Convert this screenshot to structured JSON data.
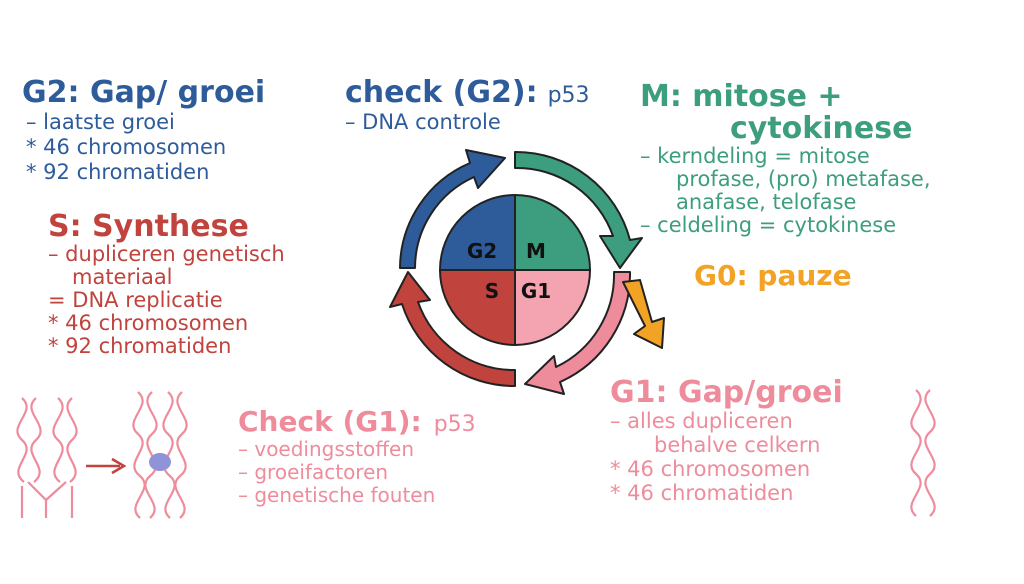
{
  "g2": {
    "title": "G2: Gap/ groei",
    "lines": [
      "– laatste groei",
      "* 46 chromosomen",
      "* 92 chromatiden"
    ]
  },
  "check_g2": {
    "title": "check (G2):",
    "suffix": "p53",
    "lines": [
      "– DNA controle"
    ]
  },
  "m": {
    "title_line1": "M: mitose +",
    "title_line2": "cytokinese",
    "lines": [
      "– kerndeling = mitose",
      "profase, (pro) metafase,",
      "anafase, telofase",
      "– celdeling = cytokinese"
    ]
  },
  "s": {
    "title": "S: Synthese",
    "lines": [
      "– dupliceren genetisch",
      "materiaal",
      "= DNA replicatie",
      "* 46 chromosomen",
      "* 92 chromatiden"
    ]
  },
  "g0": {
    "title": "G0: pauze"
  },
  "check_g1": {
    "title": "Check (G1):",
    "suffix": "p53",
    "lines": [
      "– voedingsstoffen",
      "– groeifactoren",
      "– genetische fouten"
    ]
  },
  "g1": {
    "title": "G1: Gap/groei",
    "lines": [
      "– alles dupliceren",
      "behalve celkern",
      "* 46 chromosomen",
      "* 46 chromatiden"
    ]
  },
  "cycle": {
    "labels": {
      "g2": "G2",
      "m": "M",
      "s": "S",
      "g1": "G1"
    },
    "colors": {
      "g2": "#2e5c9a",
      "m": "#3d9e7f",
      "s": "#c0433e",
      "g1": "#ee8c9c",
      "g0": "#f2a325"
    }
  }
}
